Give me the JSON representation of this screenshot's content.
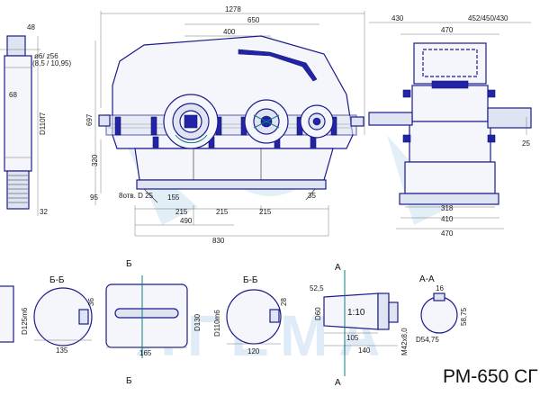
{
  "model_label": "РМ-650 СГ",
  "watermark": "ЯГЕМА",
  "left_shaft": {
    "d1": "48",
    "d2": "ø6/ z56",
    "d3": "(8,5 / 10,95)",
    "d4": "68",
    "d5": "D110f7",
    "d6": "32"
  },
  "main_view": {
    "total_width": "1278",
    "width_650": "650",
    "width_400": "400",
    "height": "697",
    "h320": "320",
    "h95": "95",
    "feet": "8отв. D 25",
    "w155": "155",
    "w215a": "215",
    "w215b": "215",
    "w215c": "215",
    "w490": "490",
    "w830": "830",
    "h35": "35"
  },
  "side_view": {
    "w430": "430",
    "w452": "452/450/430",
    "w470": "470",
    "w25": "25",
    "w318": "318",
    "w410": "410",
    "w470b": "470"
  },
  "sections": {
    "a": {
      "d": "D125m6",
      "key": "36",
      "len": "135",
      "label": "Б-Б"
    },
    "b": {
      "d": "D130",
      "len": "165",
      "label_top": "Б",
      "label_bot": "Б"
    },
    "c": {
      "d": "D110m6",
      "key": "28",
      "len": "120",
      "label": "Б-Б"
    },
    "d": {
      "a": "52,5",
      "d": "D60",
      "ratio": "1:10",
      "l105": "105",
      "l140": "140",
      "thread": "M42х8,0",
      "label_top": "А",
      "label_bot": "А"
    },
    "e": {
      "label": "А-А",
      "key": "16",
      "h": "58,75",
      "d": "D54,75"
    }
  }
}
